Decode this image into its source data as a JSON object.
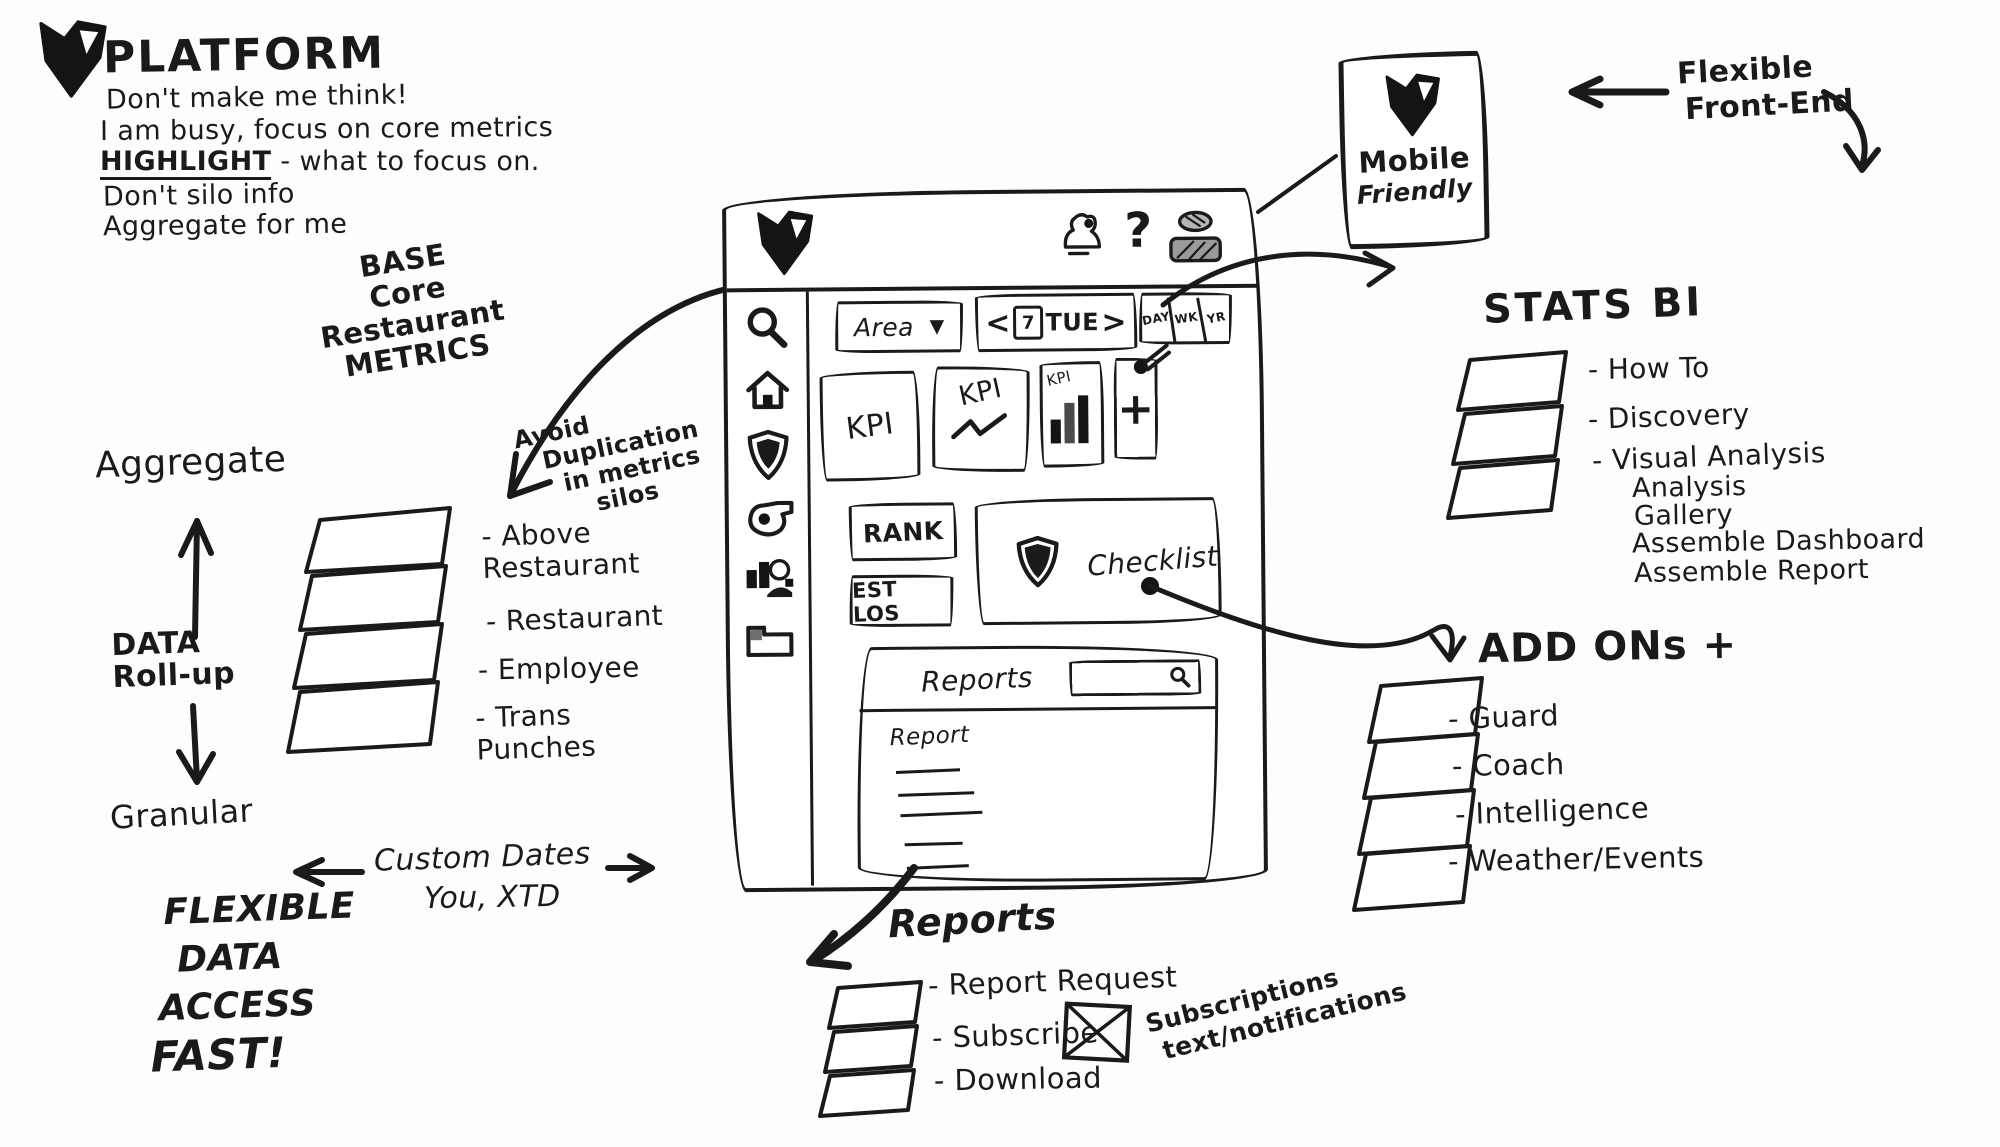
{
  "ink": "#1a1a1a",
  "platform": {
    "title": "PLATFORM",
    "note_think": "Don't make me think!",
    "note_busy": "I am busy, focus on core metrics",
    "highlight_word": "HIGHLIGHT",
    "highlight_rest": " - what to focus on.",
    "note_silo": "Don't silo info",
    "note_aggregate": "Aggregate for me"
  },
  "left_flow": {
    "aggregate": "Aggregate",
    "data": "DATA",
    "rollup": "Roll-up",
    "granular": "Granular"
  },
  "base_metrics": {
    "l1": "BASE",
    "l2": "Core Restaurant",
    "l3": "METRICS",
    "avoid1": "Avoid",
    "avoid2": "Duplication",
    "avoid3": "in metrics",
    "avoid4": "silos",
    "levels": [
      "- Above Restaurant",
      "- Restaurant",
      "- Employee",
      "- Trans Punches"
    ]
  },
  "flexible": {
    "l1": "FLEXIBLE",
    "l2": "DATA",
    "l3": "ACCESS",
    "l4": "FAST!",
    "dates1": "Custom Dates",
    "dates2": "You, XTD"
  },
  "app": {
    "help_glyph": "?",
    "area_label": "Area",
    "dropdown_glyph": "▼",
    "prev_glyph": "<",
    "next_glyph": ">",
    "date_num": "7",
    "date_day": "TUE",
    "tabs": [
      "DAY",
      "WK",
      "YR"
    ],
    "kpi": [
      "KPI",
      "KPI",
      "KPI"
    ],
    "plus_glyph": "+",
    "rank": "RANK",
    "est": "EST LOS",
    "checklist": "Checklist",
    "reports_title": "Reports",
    "report_col": "Report"
  },
  "mobile": {
    "l1": "Mobile",
    "l2": "Friendly"
  },
  "front_end": {
    "l1": "Flexible",
    "l2": "Front-End"
  },
  "stats_bi": {
    "heading": "STATS BI",
    "items": [
      "- How To",
      "- Discovery",
      "- Visual Analysis"
    ],
    "subs": [
      "Analysis",
      "Gallery",
      "Assemble Dashboard",
      "Assemble Report"
    ]
  },
  "add_ons": {
    "heading": "ADD ONs +",
    "items": [
      "- Guard",
      "- Coach",
      "- Intelligence",
      "- Weather/Events"
    ]
  },
  "reports_flow": {
    "heading": "Reports",
    "items": [
      "- Report Request",
      "- Subscribe",
      "- Download"
    ],
    "subs1": "Subscriptions",
    "subs2": "text/notifications"
  }
}
